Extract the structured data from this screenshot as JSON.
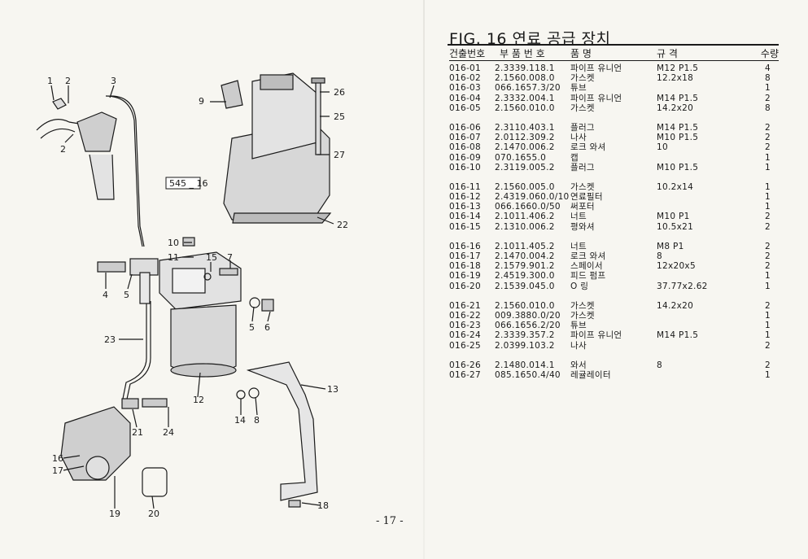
{
  "figure": {
    "title": "FIG. 16 연료 공급 장치",
    "box_label": "545 _ 16",
    "callouts": [
      "1",
      "2",
      "3",
      "2",
      "9",
      "26",
      "25",
      "27",
      "22",
      "10",
      "11",
      "15",
      "7",
      "4",
      "5",
      "6",
      "5",
      "23",
      "12",
      "13",
      "14",
      "8",
      "21",
      "24",
      "16",
      "17",
      "19",
      "20",
      "18"
    ]
  },
  "table": {
    "headers": {
      "no": "건출번호",
      "part": "부 품 번 호",
      "name": "품 명",
      "spec": "규 격",
      "qty": "수량"
    },
    "groups": [
      [
        {
          "no": "016-01",
          "part": "2.3339.118.1",
          "name": "파이프 유니언",
          "spec": "M12 P1.5",
          "qty": "4"
        },
        {
          "no": "016-02",
          "part": "2.1560.008.0",
          "name": "가스켓",
          "spec": "12.2x18",
          "qty": "8"
        },
        {
          "no": "016-03",
          "part": "066.1657.3/20",
          "name": "튜브",
          "spec": "",
          "qty": "1"
        },
        {
          "no": "016-04",
          "part": "2.3332.004.1",
          "name": "파이프 유니언",
          "spec": "M14 P1.5",
          "qty": "2"
        },
        {
          "no": "016-05",
          "part": "2.1560.010.0",
          "name": "가스켓",
          "spec": "14.2x20",
          "qty": "8"
        }
      ],
      [
        {
          "no": "016-06",
          "part": "2.3110.403.1",
          "name": "플러그",
          "spec": "M14 P1.5",
          "qty": "2"
        },
        {
          "no": "016-07",
          "part": "2.0112.309.2",
          "name": "나사",
          "spec": "M10 P1.5",
          "qty": "2"
        },
        {
          "no": "016-08",
          "part": "2.1470.006.2",
          "name": "로크 와셔",
          "spec": "10",
          "qty": "2"
        },
        {
          "no": "016-09",
          "part": "070.1655.0",
          "name": "캡",
          "spec": "",
          "qty": "1"
        },
        {
          "no": "016-10",
          "part": "2.3119.005.2",
          "name": "플러그",
          "spec": "M10 P1.5",
          "qty": "1"
        }
      ],
      [
        {
          "no": "016-11",
          "part": "2.1560.005.0",
          "name": "가스켓",
          "spec": "10.2x14",
          "qty": "1"
        },
        {
          "no": "016-12",
          "part": "2.4319.060.0/10",
          "name": "연료필터",
          "spec": "",
          "qty": "1"
        },
        {
          "no": "016-13",
          "part": "066.1660.0/50",
          "name": "써포터",
          "spec": "",
          "qty": "1"
        },
        {
          "no": "016-14",
          "part": "2.1011.406.2",
          "name": "너트",
          "spec": "M10 P1",
          "qty": "2"
        },
        {
          "no": "016-15",
          "part": "2.1310.006.2",
          "name": "평와셔",
          "spec": "10.5x21",
          "qty": "2"
        }
      ],
      [
        {
          "no": "016-16",
          "part": "2.1011.405.2",
          "name": "너트",
          "spec": "M8 P1",
          "qty": "2"
        },
        {
          "no": "016-17",
          "part": "2.1470.004.2",
          "name": "로크 와셔",
          "spec": "8",
          "qty": "2"
        },
        {
          "no": "016-18",
          "part": "2.1579.901.2",
          "name": "스페이서",
          "spec": "12x20x5",
          "qty": "2"
        },
        {
          "no": "016-19",
          "part": "2.4519.300.0",
          "name": "피드 펌프",
          "spec": "",
          "qty": "1"
        },
        {
          "no": "016-20",
          "part": "2.1539.045.0",
          "name": "O 링",
          "spec": "37.77x2.62",
          "qty": "1"
        }
      ],
      [
        {
          "no": "016-21",
          "part": "2.1560.010.0",
          "name": "가스켓",
          "spec": "14.2x20",
          "qty": "2"
        },
        {
          "no": "016-22",
          "part": "009.3880.0/20",
          "name": "가스켓",
          "spec": "",
          "qty": "1"
        },
        {
          "no": "016-23",
          "part": "066.1656.2/20",
          "name": "튜브",
          "spec": "",
          "qty": "1"
        },
        {
          "no": "016-24",
          "part": "2.3339.357.2",
          "name": "파이프 유니언",
          "spec": "M14 P1.5",
          "qty": "1"
        },
        {
          "no": "016-25",
          "part": "2.0399.103.2",
          "name": "나사",
          "spec": "",
          "qty": "2"
        }
      ],
      [
        {
          "no": "016-26",
          "part": "2.1480.014.1",
          "name": "와서",
          "spec": "8",
          "qty": "2"
        },
        {
          "no": "016-27",
          "part": "085.1650.4/40",
          "name": "레귤레이터",
          "spec": "",
          "qty": "1"
        }
      ]
    ]
  },
  "page_number": "- 17 -"
}
